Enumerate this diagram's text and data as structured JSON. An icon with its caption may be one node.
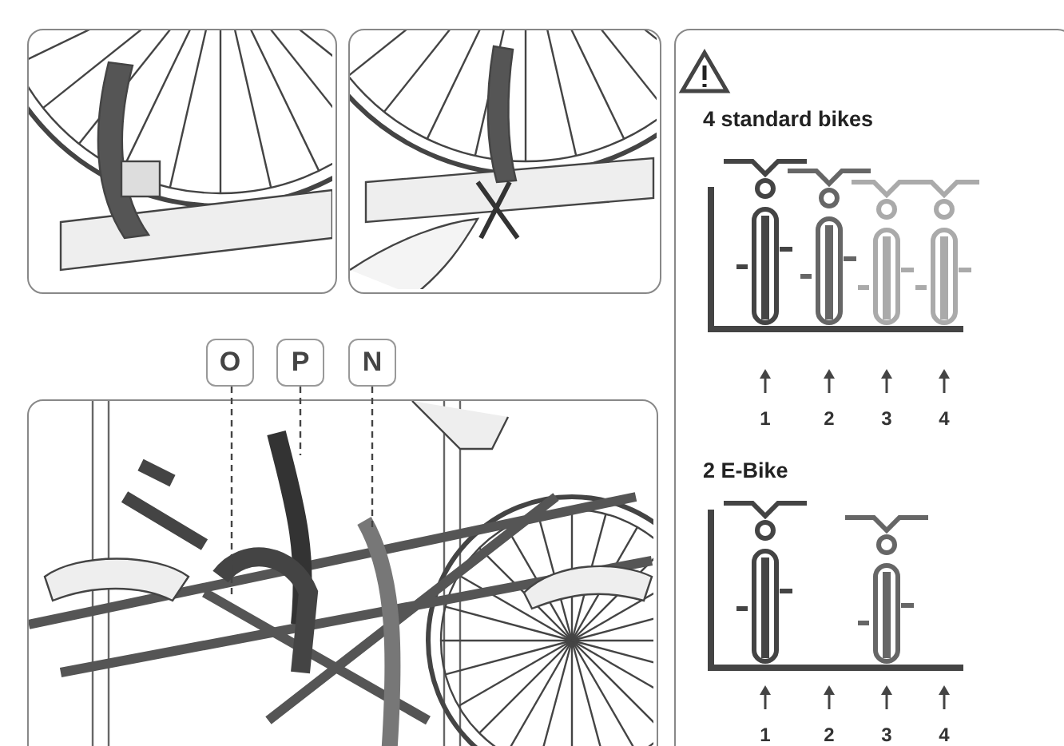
{
  "diagram": {
    "nodes": [
      {
        "text": [
          "O"
        ]
      },
      {
        "text": [
          "P"
        ]
      },
      {
        "text": [
          "N"
        ]
      }
    ],
    "edges": [
      {
        "from": 0,
        "to": null,
        "arrow": "none",
        "style": "dashed"
      },
      {
        "from": 1,
        "to": null,
        "arrow": "none",
        "style": "dashed"
      },
      {
        "from": 2,
        "to": null,
        "arrow": "none",
        "style": "dashed"
      }
    ],
    "labels": [
      "4 standard bikes",
      "1",
      "2",
      "3",
      "4",
      "2 E-Bike",
      "1",
      "2",
      "3",
      "4"
    ]
  }
}
